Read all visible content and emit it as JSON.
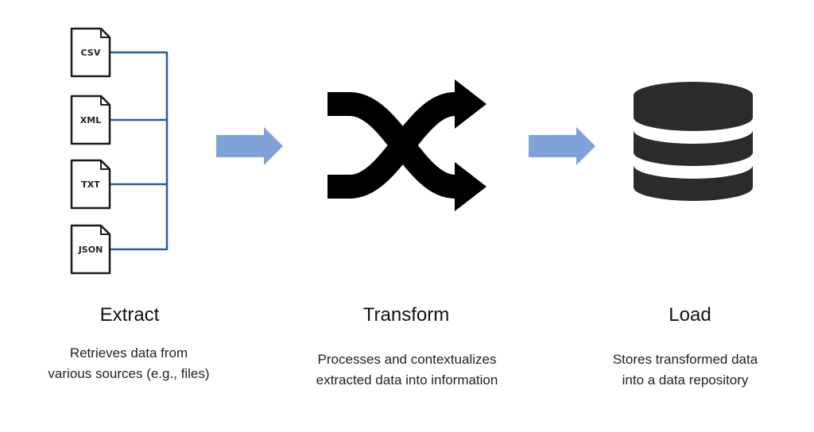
{
  "extract": {
    "title": "Extract",
    "description": "Retrieves data from\nvarious sources (e.g., files)",
    "files": [
      "CSV",
      "XML",
      "TXT",
      "JSON"
    ]
  },
  "transform": {
    "title": "Transform",
    "description": "Processes and contextualizes\nextracted data into information"
  },
  "load": {
    "title": "Load",
    "description": "Stores transformed data\ninto a data repository"
  },
  "colors": {
    "connector": "#2e5aa8",
    "arrow": "#7fa3d6",
    "icon": "#000000",
    "database": "#2b2b2b"
  },
  "icons": {
    "source_files": "file-icon",
    "transform": "shuffle-icon",
    "load": "database-icon",
    "flow": "arrow-right-icon"
  }
}
